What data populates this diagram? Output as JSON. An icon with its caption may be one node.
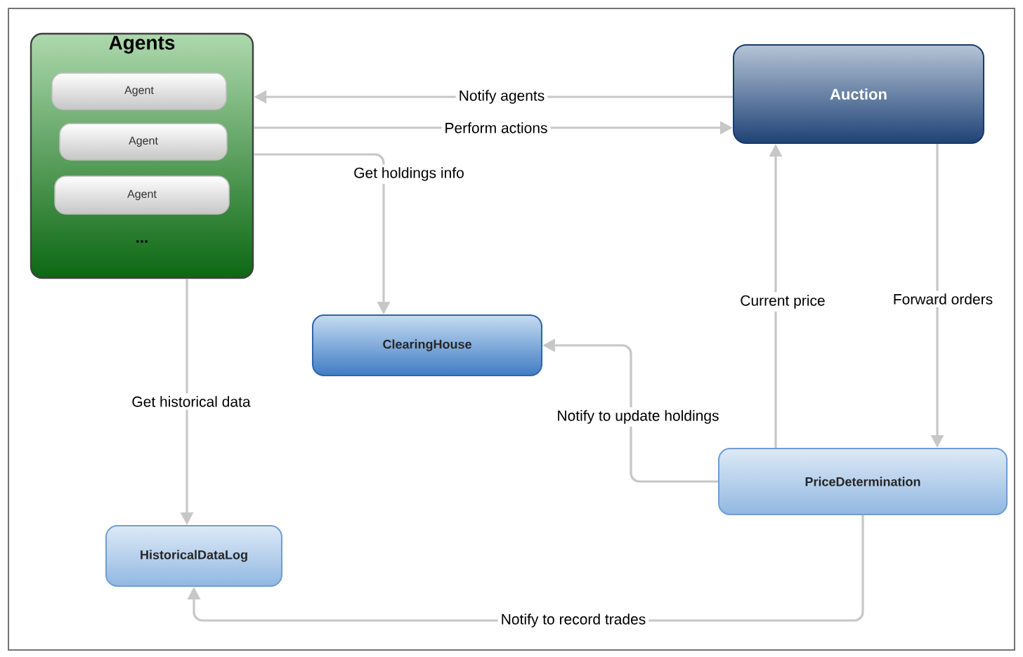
{
  "diagram": {
    "nodes": [
      {
        "text": [
          "Agents"
        ]
      },
      {
        "text": [
          "Agent"
        ],
        "in": 0
      },
      {
        "text": [
          "Agent"
        ],
        "in": 0
      },
      {
        "text": [
          "Agent"
        ],
        "in": 0
      },
      {
        "text": [
          "Auction"
        ]
      },
      {
        "text": [
          "ClearingHouse"
        ]
      },
      {
        "text": [
          "PriceDetermination"
        ]
      },
      {
        "text": [
          "HistoricalDataLog"
        ]
      }
    ],
    "edges": [
      {
        "from": 4,
        "to": 0,
        "arrow": "to",
        "label": "Notify agents"
      },
      {
        "from": 0,
        "to": 4,
        "arrow": "to",
        "label": "Perform actions"
      },
      {
        "from": 0,
        "to": 5,
        "arrow": "to",
        "label": "Get holdings info"
      },
      {
        "from": 0,
        "to": 7,
        "arrow": "to",
        "label": "Get historical data"
      },
      {
        "from": 6,
        "to": 4,
        "arrow": "to",
        "label": "Current price"
      },
      {
        "from": 4,
        "to": 6,
        "arrow": "to",
        "label": "Forward orders"
      },
      {
        "from": 6,
        "to": 5,
        "arrow": "to",
        "label": "Notify to update holdings"
      },
      {
        "from": 6,
        "to": 7,
        "arrow": "to",
        "label": "Notify to record trades"
      }
    ],
    "labels": [
      "..."
    ]
  }
}
